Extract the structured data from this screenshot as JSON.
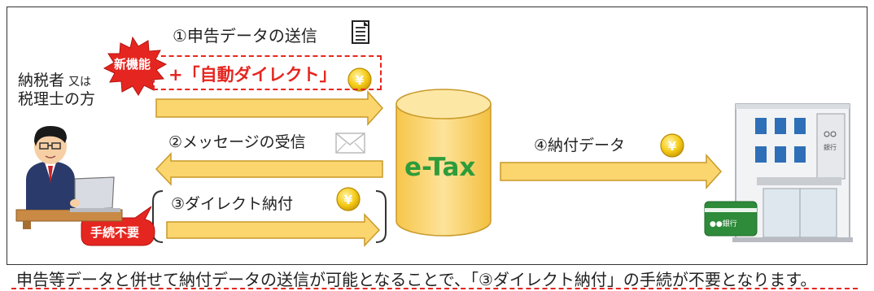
{
  "taxpayer_label_1": "納税者",
  "taxpayer_label_or": "又は",
  "taxpayer_label_2": "税理士の方",
  "new_feature_badge": "新機能",
  "step1_label": "①申告データの送信",
  "auto_direct_label": "+「自動ダイレクト」",
  "step2_label": "②メッセージの受信",
  "step3_label": "③ダイレクト納付",
  "no_procedure_badge": "手続不要",
  "etax_label": "e-Tax",
  "step4_label": "④納付データ",
  "bank_card_label": "●●銀行",
  "bank_sign_label": "銀行",
  "caption": "申告等データと併せて納付データの送信が可能となることで、「③ダイレクト納付」の手続が不要となります。",
  "colors": {
    "arrow_fill": "#fbd56e",
    "arrow_stroke": "#c89a2a",
    "etax_text": "#2e9c3a",
    "cylinder": "#fbd56e",
    "badge_red": "#e52620",
    "dash_red": "#e52620",
    "coin": "#f2c40f",
    "card_green": "#2e8b3a"
  },
  "icons": [
    "document-icon",
    "envelope-icon",
    "yen-coin-icon",
    "person-with-laptop-icon",
    "bank-building-icon",
    "bank-card-icon"
  ]
}
